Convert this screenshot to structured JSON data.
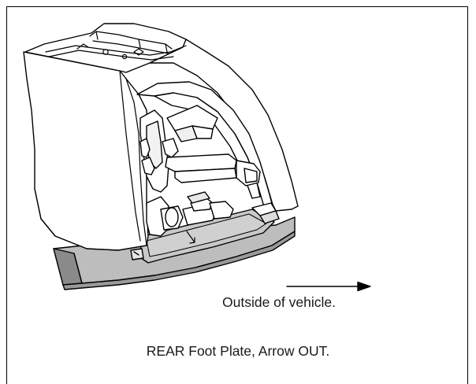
{
  "figure": {
    "direction_label": "Outside of vehicle.",
    "caption": "REAR Foot Plate, Arrow OUT."
  },
  "icons": {
    "direction_arrow": "right-arrow",
    "plate_arrow": "down-right-arrow"
  },
  "colors": {
    "line": "#000000",
    "plate_fill": "#c8c8c8",
    "base_fill": "#bdbdbd",
    "base_dark": "#8a8a8a",
    "background": "#ffffff"
  }
}
